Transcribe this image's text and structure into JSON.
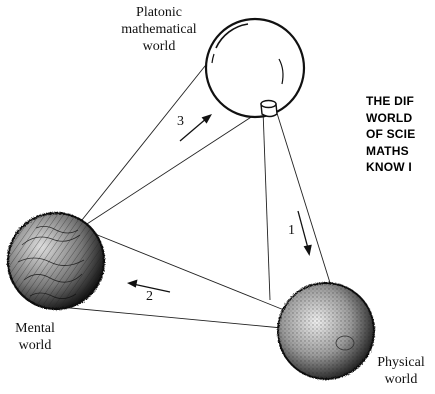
{
  "worlds": {
    "platonic": {
      "line1": "Platonic",
      "line2": "mathematical",
      "line3": "world"
    },
    "mental": {
      "line1": "Mental",
      "line2": "world"
    },
    "physical": {
      "line1": "Physical",
      "line2": "world"
    }
  },
  "arrows": {
    "one": "1",
    "two": "2",
    "three": "3"
  },
  "side_text": {
    "line1": "THE DIF",
    "line2": "WORLD",
    "line3": "OF SCIE",
    "line4": "MATHS",
    "line5": "KNOW I"
  },
  "colors": {
    "ink": "#111111",
    "background": "#ffffff"
  }
}
